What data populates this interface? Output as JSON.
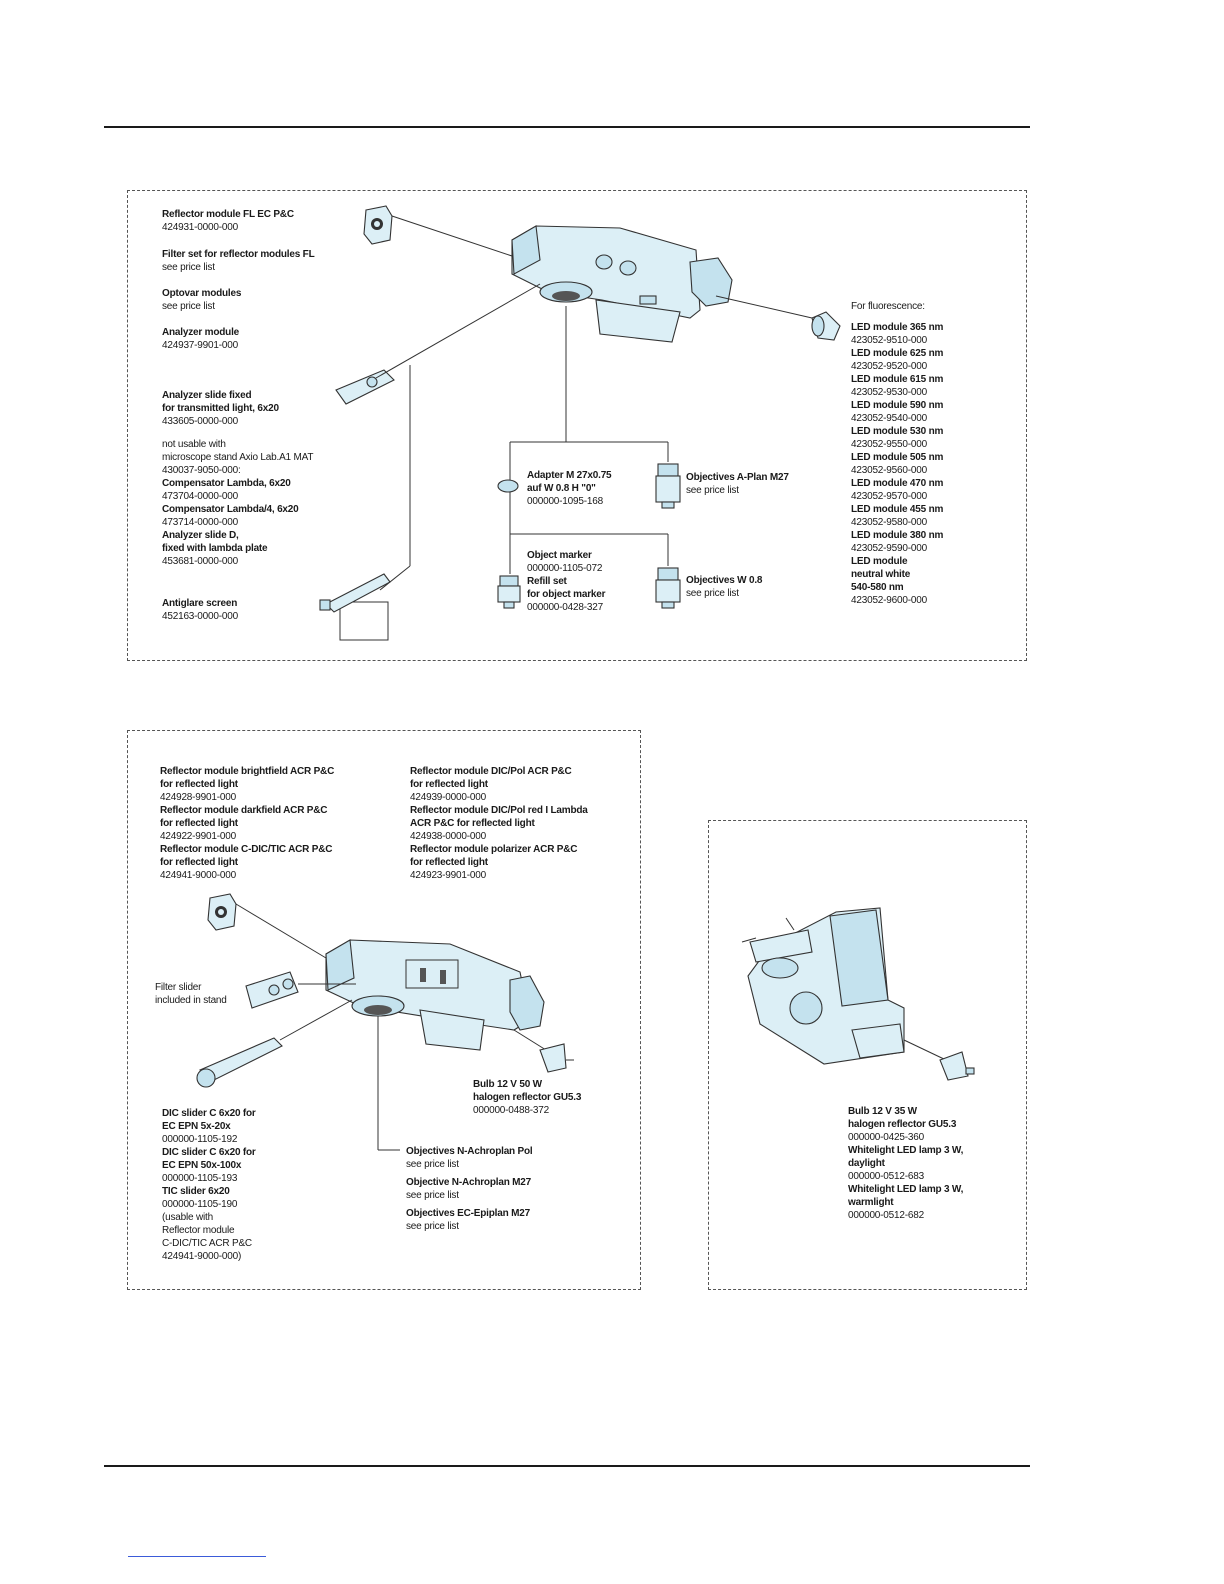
{
  "panel1": {
    "left": [
      {
        "name": "Reflector module FL EC P&C",
        "lines": [
          "424931-0000-000"
        ]
      },
      {
        "name": "Filter set for reflector modules FL",
        "lines": [
          "see price list"
        ]
      },
      {
        "name": "Optovar modules",
        "lines": [
          "see price list"
        ]
      },
      {
        "name": "Analyzer module",
        "lines": [
          "424937-9901-000"
        ]
      },
      {
        "name": "Analyzer slide fixed",
        "name2": "for transmitted light, 6x20",
        "lines": [
          "433605-0000-000"
        ]
      }
    ],
    "notice": {
      "l1": "not usable with",
      "l2": "microscope stand Axio Lab.A1 MAT",
      "l3": "430037-9050-000:",
      "comp1": "Compensator Lambda, 6x20",
      "comp1_no": "473704-0000-000",
      "comp2": "Compensator Lambda/4, 6x20",
      "comp2_no": "473714-0000-000",
      "slide": "Analyzer slide D,",
      "slide2": "fixed with lambda plate",
      "slide_no": "453681-0000-000"
    },
    "antiglare": {
      "name": "Antiglare screen",
      "no": "452163-0000-000"
    },
    "adapter": {
      "name": "Adapter M 27x0.75",
      "name2": "auf W 0.8 H \"0\"",
      "no": "000000-1095-168"
    },
    "marker": {
      "name": "Object marker",
      "no": "000000-1105-072",
      "refill": "Refill set",
      "refill2": "for object marker",
      "refill_no": "000000-0428-327"
    },
    "obj_aplan": {
      "name": "Objectives A-Plan M27",
      "note": "see price list"
    },
    "obj_w08": {
      "name": "Objectives W 0.8",
      "note": "see price list"
    },
    "fluor_heading": "For fluorescence:",
    "leds": [
      {
        "name": "LED module 365 nm",
        "no": "423052-9510-000"
      },
      {
        "name": "LED module 625 nm",
        "no": "423052-9520-000"
      },
      {
        "name": "LED module 615 nm",
        "no": "423052-9530-000"
      },
      {
        "name": "LED module 590 nm",
        "no": "423052-9540-000"
      },
      {
        "name": "LED module 530 nm",
        "no": "423052-9550-000"
      },
      {
        "name": "LED module 505 nm",
        "no": "423052-9560-000"
      },
      {
        "name": "LED module 470 nm",
        "no": "423052-9570-000"
      },
      {
        "name": "LED module 455 nm",
        "no": "423052-9580-000"
      },
      {
        "name": "LED module 380 nm",
        "no": "423052-9590-000"
      }
    ],
    "led_white": {
      "l1": "LED module",
      "l2": "neutral white",
      "l3": "540-580 nm",
      "no": "423052-9600-000"
    }
  },
  "panel2": {
    "col1": [
      {
        "name": "Reflector module brightfield ACR P&C",
        "sub": "for reflected light",
        "no": "424928-9901-000"
      },
      {
        "name": "Reflector module darkfield ACR P&C",
        "sub": "for reflected light",
        "no": "424922-9901-000"
      },
      {
        "name": "Reflector module C-DIC/TIC ACR P&C",
        "sub": "for reflected light",
        "no": "424941-9000-000"
      }
    ],
    "col2": [
      {
        "name": "Reflector module DIC/Pol ACR P&C",
        "sub": "for reflected light",
        "no": "424939-0000-000"
      },
      {
        "name": "Reflector module DIC/Pol red I Lambda",
        "sub": "ACR P&C for reflected light",
        "no": "424938-0000-000"
      },
      {
        "name": "Reflector module polarizer ACR P&C",
        "sub": "for reflected light",
        "no": "424923-9901-000"
      }
    ],
    "filter_slider": {
      "l1": "Filter slider",
      "l2": "included in stand"
    },
    "bulb": {
      "l1": "Bulb 12 V 50 W",
      "l2": "halogen reflector GU5.3",
      "no": "000000-0488-372"
    },
    "dic": {
      "a1": "DIC slider C 6x20 for",
      "a2": "EC EPN 5x-20x",
      "a_no": "000000-1105-192",
      "b1": "DIC slider C 6x20 for",
      "b2": "EC EPN 50x-100x",
      "b_no": "000000-1105-193",
      "c1": "TIC slider 6x20",
      "c_no": "000000-1105-190",
      "n1": "(usable with",
      "n2": "Reflector module",
      "n3": "C-DIC/TIC ACR P&C",
      "n4": "424941-9000-000)"
    },
    "objectives": [
      {
        "name": "Objectives N-Achroplan Pol",
        "note": "see price list"
      },
      {
        "name": "Objective N-Achroplan M27",
        "note": "see price list"
      },
      {
        "name": "Objectives EC-Epiplan M27",
        "note": "see price list"
      }
    ]
  },
  "panel3": {
    "bulb": {
      "l1": "Bulb 12 V 35 W",
      "l2": "halogen reflector GU5.3",
      "no": "000000-0425-360"
    },
    "led_day": {
      "l1": "Whitelight LED lamp 3 W,",
      "l2": "daylight",
      "no": "000000-0512-683"
    },
    "led_warm": {
      "l1": "Whitelight LED lamp 3 W,",
      "l2": "warmlight",
      "no": "000000-0512-682"
    }
  }
}
